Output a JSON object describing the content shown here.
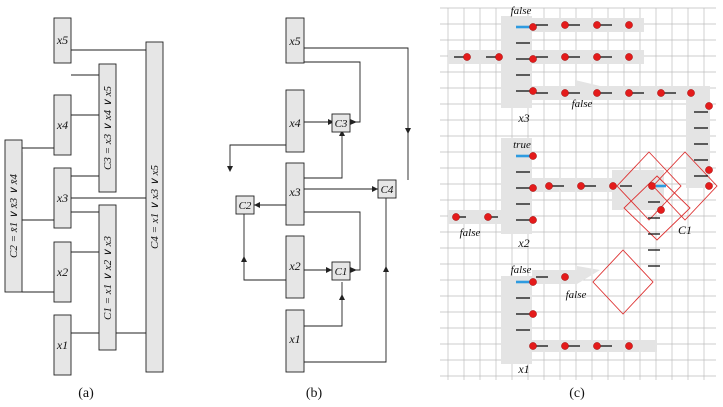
{
  "panel_a": {
    "vars": [
      "x5",
      "x4",
      "x3",
      "x2",
      "x1"
    ],
    "clauses": {
      "c2": "C2 = x̄1 ∨ x̄3 ∨ x̄4",
      "c3": "C3 = x3 ∨ x4 ∨ x5",
      "c1": "C1 = x1 ∨ x2 ∨ x3",
      "c4": "C4 = x1 ∨ x3 ∨ x5"
    },
    "caption": "(a)"
  },
  "panel_b": {
    "vars": [
      "x5",
      "x4",
      "x3",
      "x2",
      "x1"
    ],
    "clauses": [
      "C3",
      "C2",
      "C4",
      "C1"
    ],
    "caption": "(b)"
  },
  "panel_c": {
    "labels": {
      "x3_top": "false",
      "x3_right": "false",
      "x3_name": "x3",
      "x2_top": "true",
      "x2_left": "false",
      "x2_name": "x2",
      "x1_top": "false",
      "x1_right": "false",
      "x1_name": "x1",
      "clause": "C1"
    },
    "caption": "(c)"
  },
  "colors": {
    "dot": "#e41b1b",
    "literal": "#2e9be0",
    "clause_outline": "#dd3030",
    "box_fill": "#e6e6e6",
    "shade": "#e4e4e4"
  }
}
